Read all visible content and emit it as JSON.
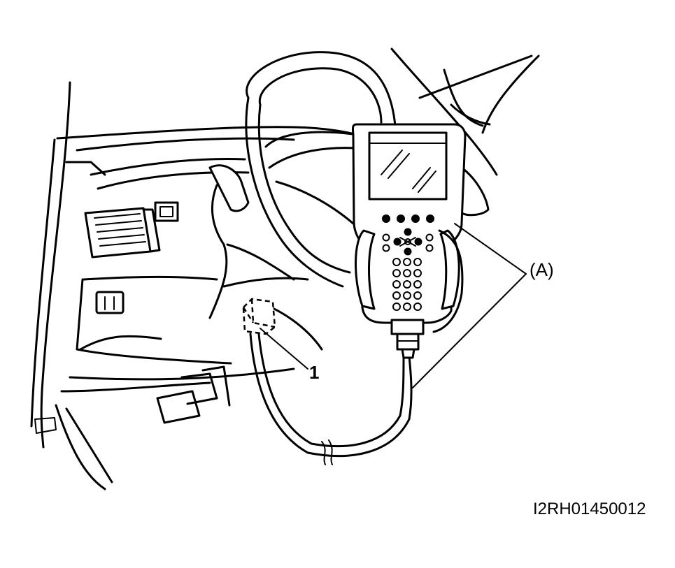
{
  "callouts": {
    "tool_label": "(A)",
    "connector_label": "1"
  },
  "figure_id": "I2RH01450012",
  "colors": {
    "line": "#000000",
    "background": "#ffffff"
  }
}
